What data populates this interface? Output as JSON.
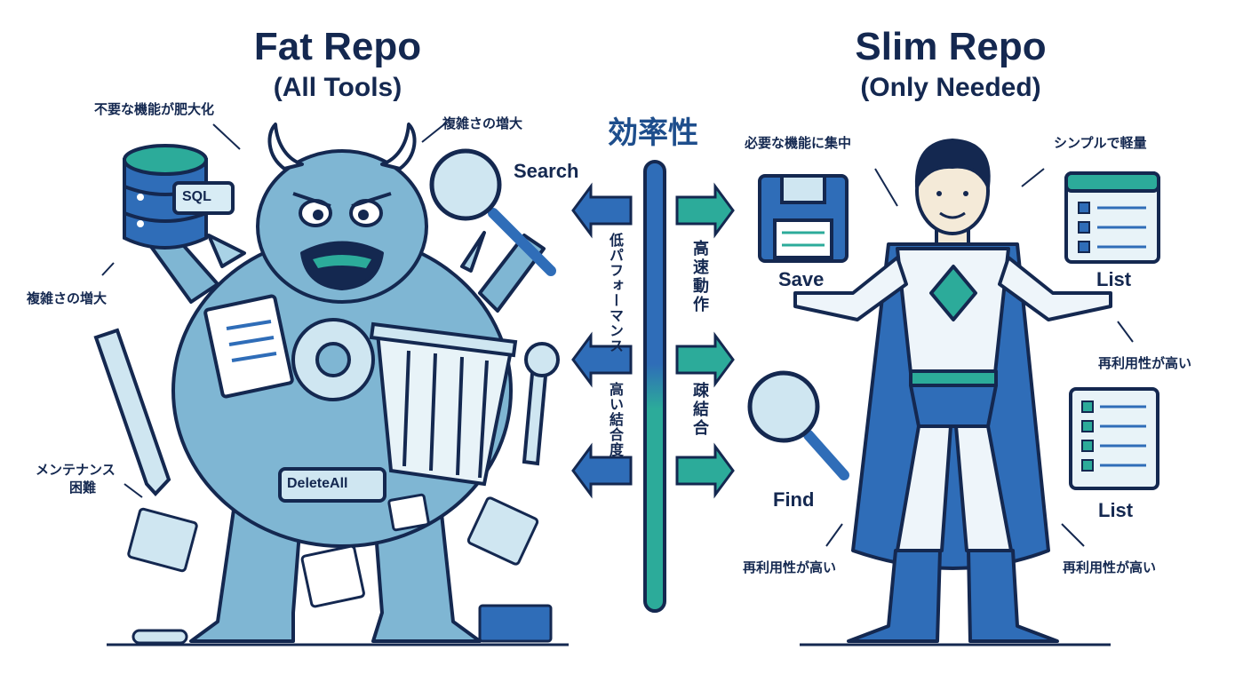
{
  "left": {
    "title": "Fat Repo",
    "subtitle": "(All Tools)",
    "notes": {
      "bloat": "不要な機能が肥大化",
      "complex_top": "複雑さの増大",
      "complex_left": "複雑さの増大",
      "maintenance_1": "メンテナンス",
      "maintenance_2": "困難"
    },
    "labels": {
      "search": "Search",
      "sql": "SQL",
      "delete_all": "DeleteAll"
    }
  },
  "center": {
    "title": "効率性",
    "left_top": "低パフォーマンス",
    "left_bottom": "高い結合度",
    "right_top": "高速動作",
    "right_bottom": "疎結合"
  },
  "right": {
    "title": "Slim Repo",
    "subtitle": "(Only Needed)",
    "notes": {
      "focus": "必要な機能に集中",
      "simple": "シンプルで軽量",
      "reuse_right": "再利用性が高い",
      "reuse_bottom_left": "再利用性が高い",
      "reuse_bottom_right": "再利用性が高い"
    },
    "labels": {
      "save": "Save",
      "list_top": "List",
      "find": "Find",
      "list_bottom": "List"
    }
  },
  "colors": {
    "ink": "#142850",
    "monster": "#7fb6d3",
    "blue": "#2f6db8",
    "teal": "#2cab9a"
  }
}
